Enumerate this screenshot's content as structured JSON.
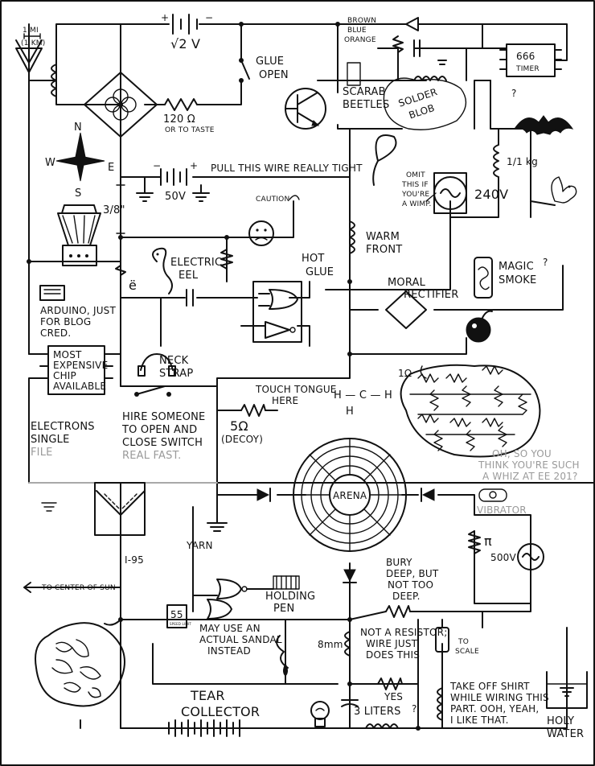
{
  "labels": {
    "scale_top": "1 MI",
    "scale_bottom": "(1 KM)",
    "voltage_sqrt2": "√2 V",
    "glue_open_1": "GLUE",
    "glue_open_2": "OPEN",
    "brown_blue_orange": [
      "BROWN",
      "BLUE",
      "ORANGE"
    ],
    "timer_chip": "666",
    "timer_label": "TIMER",
    "resistor_120": "120 Ω",
    "resistor_120_note": "OR TO TASTE",
    "scarab_1": "SCARAB",
    "scarab_2": "BEETLES",
    "solder_blob_1": "SOLDER",
    "solder_blob_2": "BLOB",
    "question_mark": "?",
    "weight_note": "1/1 kg",
    "compass_n": "N",
    "compass_s": "S",
    "compass_e": "E",
    "compass_w": "W",
    "pull_wire": "PULL THIS WIRE REALLY TIGHT",
    "volt_50": "50V",
    "omit_note": [
      "OMIT",
      "THIS IF",
      "YOU'RE",
      "A WIMP."
    ],
    "volt_240": "240V",
    "caution": "CAUTION",
    "three_eighths": "3/8\"",
    "warm_front_1": "WARM",
    "warm_front_2": "FRONT",
    "electric_eel_1": "ELECTRIC",
    "electric_eel_2": "EEL",
    "hot_glue_1": "HOT",
    "hot_glue_2": "GLUE",
    "e_umlaut": "ë",
    "arduino": [
      "ARDUINO, JUST",
      "FOR BLOG",
      "CRED."
    ],
    "magic_smoke_1": "MAGIC",
    "magic_smoke_2": "SMOKE",
    "moral_rectifier_1": "MORAL",
    "moral_rectifier_2": "RECTIFIER",
    "neck_strap_1": "NECK",
    "neck_strap_2": "STRAP",
    "expensive_chip": [
      "MOST",
      "EXPENSIVE",
      "CHIP",
      "AVAILABLE"
    ],
    "one_ohm": "1Ω",
    "touch_tongue_1": "TOUCH TONGUE",
    "touch_tongue_2": "HERE",
    "hch_row1": "H — C — H",
    "hch_row2": "H",
    "hire_someone": [
      "HIRE SOMEONE",
      "TO OPEN AND",
      "CLOSE SWITCH"
    ],
    "real_fast": "REAL FAST.",
    "electrons_1": "ELECTRONS",
    "electrons_2": "SINGLE",
    "electrons_3": "FILE",
    "five_ohm": "5Ω",
    "decoy": "(DECOY)",
    "arena": "ARENA",
    "whiz": [
      "OH, SO YOU",
      "THINK YOU'RE SUCH",
      "A WHIZ AT EE 201?"
    ],
    "vibrator": "VIBRATOR",
    "pi": "π",
    "volt_500": "500V",
    "yarn": "YARN",
    "i95": "I-95",
    "bury_deep": [
      "BURY",
      "DEEP, BUT",
      "NOT TOO",
      "DEEP."
    ],
    "to_center_of_sun": "TO CENTER OF SUN",
    "holding_pen_1": "HOLDING",
    "holding_pen_2": "PEN",
    "speed_limit_num": "55",
    "speed_limit_text": "SPEED LIMIT",
    "sandal": [
      "MAY USE AN",
      "ACTUAL SANDAL",
      "INSTEAD"
    ],
    "eight_mm": "8mm",
    "not_a_resistor": [
      "NOT A RESISTOR;",
      "WIRE JUST",
      "DOES THIS"
    ],
    "to_scale_1": "TO",
    "to_scale_2": "SCALE",
    "tear_collector_1": "TEAR",
    "tear_collector_2": "COLLECTOR",
    "yes": "YES",
    "three_liters": "3 LITERS",
    "take_off_shirt": [
      "TAKE OFF SHIRT",
      "WHILE WIRING THIS",
      "PART. OOH, YEAH,",
      "I LIKE THAT."
    ],
    "holy_water_1": "HOLY",
    "holy_water_2": "WATER"
  },
  "colors": {
    "ink": "#111111",
    "gray_text": "#9a9a9a",
    "background": "#ffffff"
  }
}
